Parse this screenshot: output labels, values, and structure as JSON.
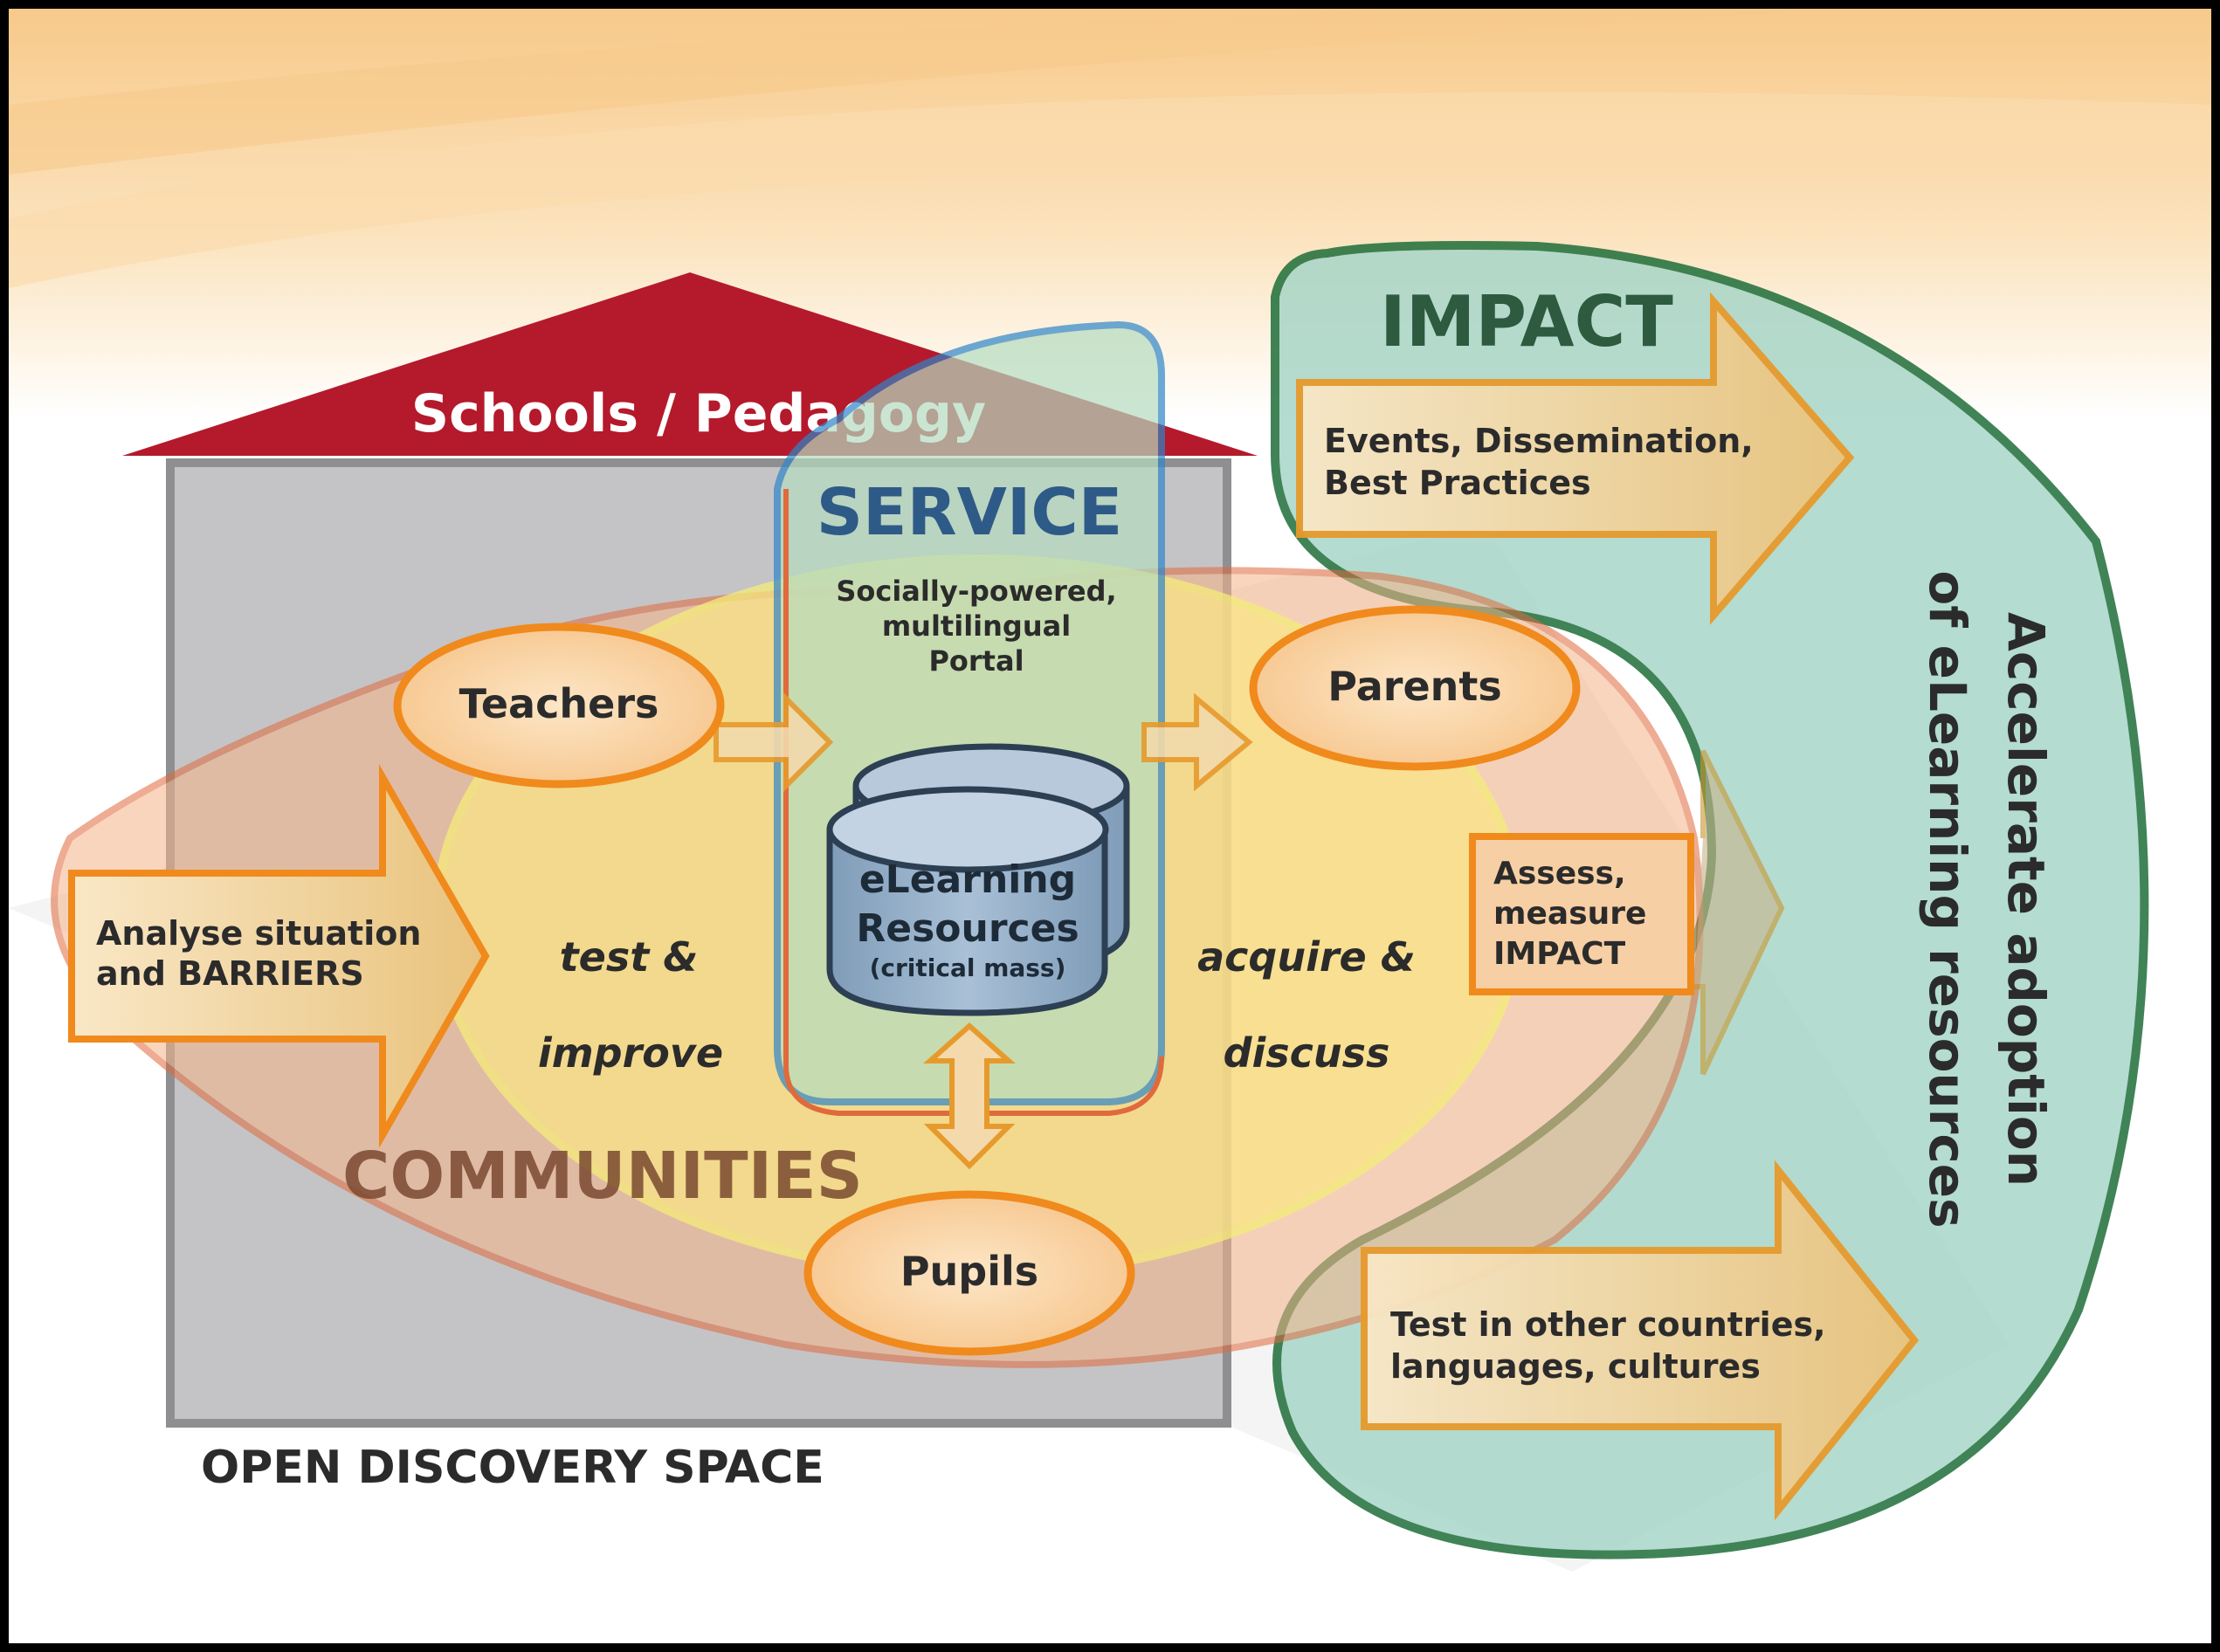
{
  "roof": {
    "label": "Schools / Pedagogy"
  },
  "service": {
    "title": "SERVICE",
    "portal_lines": [
      "Socially-powered,",
      "multilingual",
      "Portal"
    ]
  },
  "resources": {
    "line1": "eLearning",
    "line2": "Resources",
    "note": "(critical mass)"
  },
  "actors": {
    "teachers": "Teachers",
    "parents": "Parents",
    "pupils": "Pupils"
  },
  "loop": {
    "left_line1": "test &",
    "left_line2": "improve",
    "right_line1": "acquire &",
    "right_line2": "discuss"
  },
  "communities": {
    "label": "COMMUNITIES"
  },
  "analyse": {
    "line1": "Analyse situation",
    "line2": "and BARRIERS"
  },
  "assess": {
    "line1": "Assess,",
    "line2": "measure",
    "line3": "IMPACT"
  },
  "impact": {
    "title": "IMPACT",
    "events_line1": "Events, Dissemination,",
    "events_line2": "Best Practices",
    "test_line1": "Test in other countries,",
    "test_line2": "languages, cultures"
  },
  "adoption": {
    "line1": "Accelerate adoption",
    "line2": "of eLearning resources"
  },
  "footer": {
    "label": "OPEN DISCOVERY SPACE"
  },
  "colors": {
    "roof": "#b41a2c",
    "service_border": "#2f86c8",
    "impact_border": "#1f6e3a",
    "impact_fill": "#a8d6c8",
    "community_border": "#e06a3c",
    "yellow_ring": "#f6ec7a",
    "actor_fill": "#fbd7a6",
    "actor_border": "#f08a1c",
    "arrow_fill": "#f3d9ac",
    "arrow_border": "#e79a2c",
    "db_fill": "#8eaac4",
    "gray_box": "#a9a9ab"
  }
}
